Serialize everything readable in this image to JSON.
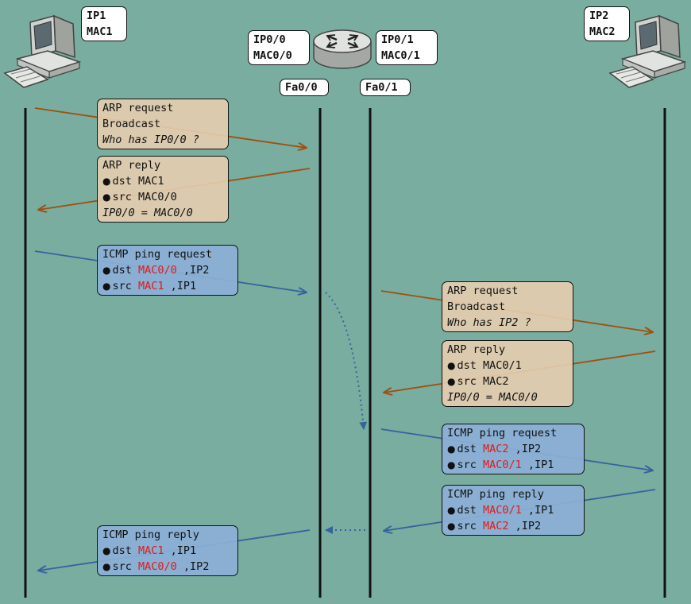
{
  "hosts": {
    "pc1": {
      "ip": "IP1",
      "mac": "MAC1"
    },
    "pc2": {
      "ip": "IP2",
      "mac": "MAC2"
    }
  },
  "router": {
    "left": {
      "ip": "IP0/0",
      "mac": "MAC0/0",
      "port": "Fa0/0"
    },
    "right": {
      "ip": "IP0/1",
      "mac": "MAC0/1",
      "port": "Fa0/1"
    }
  },
  "messages": {
    "arp_req1": {
      "title": "ARP request",
      "line2": "Broadcast",
      "line3": "Who has IP0/0 ?"
    },
    "arp_rep1": {
      "title": "ARP reply",
      "dst": "dst MAC1",
      "src": "src MAC0/0",
      "result": "IP0/0 = MAC0/0"
    },
    "icmp_req1": {
      "title": "ICMP ping request",
      "dst_pre": "dst ",
      "dst_mac": "MAC0/0",
      "dst_ip": " ,IP2",
      "src_pre": "src ",
      "src_mac": "MAC1",
      "src_ip": " ,IP1"
    },
    "arp_req2": {
      "title": "ARP request",
      "line2": "Broadcast",
      "line3": "Who has IP2 ?"
    },
    "arp_rep2": {
      "title": "ARP reply",
      "dst": "dst MAC0/1",
      "src": "src MAC2",
      "result": "IP0/0 = MAC0/0"
    },
    "icmp_req2": {
      "title": "ICMP ping request",
      "dst_pre": "dst ",
      "dst_mac": "MAC2",
      "dst_ip": " ,IP2",
      "src_pre": "src ",
      "src_mac": "MAC0/1",
      "src_ip": " ,IP1"
    },
    "icmp_rep2": {
      "title": "ICMP ping reply",
      "dst_pre": "dst ",
      "dst_mac": "MAC0/1",
      "dst_ip": " ,IP1",
      "src_pre": "src ",
      "src_mac": "MAC2",
      "src_ip": " ,IP2"
    },
    "icmp_rep1": {
      "title": "ICMP ping reply",
      "dst_pre": "dst ",
      "dst_mac": "MAC1",
      "dst_ip": " ,IP1",
      "src_pre": "src ",
      "src_mac": "MAC0/0",
      "src_ip": " ,IP2"
    }
  },
  "colors": {
    "arp": "#a0500f",
    "icmp": "#34649e",
    "highlight": "#e21a1a",
    "background": "#79ada0"
  }
}
